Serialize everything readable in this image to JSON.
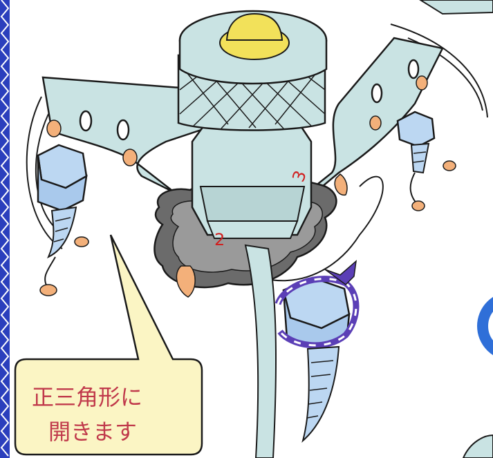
{
  "callout": {
    "line1": "正三角形に",
    "line2": "開きます"
  },
  "markers": {
    "mark_2": "2",
    "mark_3": "3"
  },
  "colors": {
    "metal": "#c9e3e3",
    "bolt": "#bcd7f2",
    "gasket": "#6b6b6b",
    "hands": "#f3b07a",
    "cap": "#f2e15a",
    "callout_fill": "#fbf5c4",
    "callout_text": "#c0394b",
    "band": "#5b3fb6",
    "border_blue": "#2b3fbd",
    "accent_circle": "#2f6fd8"
  },
  "icons": [
    "wrench-tool-illustration",
    "bolt-character",
    "gasket",
    "callout-bubble"
  ]
}
